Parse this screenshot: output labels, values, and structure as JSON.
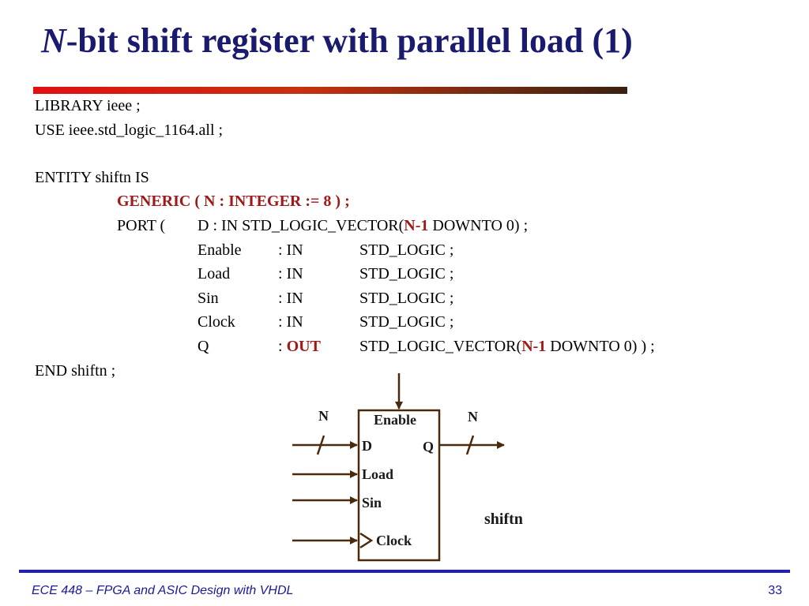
{
  "slide": {
    "title_italic": "N",
    "title_rest": "-bit shift register with parallel load (1)",
    "page_number": "33",
    "footer": "ECE 448 – FPGA and ASIC Design with VHDL"
  },
  "code": {
    "l1": "LIBRARY ieee ;",
    "l2": "USE ieee.std_logic_1164.all ;",
    "l3": "ENTITY shiftn IS",
    "generic": "GENERIC ( N : INTEGER := 8 ) ;",
    "port_kw": "PORT (",
    "d_pre": "D : IN STD_LOGIC_VECTOR(",
    "d_n": "N-1",
    "d_post": " DOWNTO 0) ;",
    "ports": [
      {
        "name": "Enable",
        "mode": ": IN",
        "type": "STD_LOGIC ;"
      },
      {
        "name": "Load",
        "mode": ": IN",
        "type": "STD_LOGIC ;"
      },
      {
        "name": "Sin",
        "mode": ": IN",
        "type": "STD_LOGIC ;"
      },
      {
        "name": "Clock",
        "mode": ": IN",
        "type": "STD_LOGIC ;"
      }
    ],
    "q_name": "Q",
    "q_colon": ":",
    "q_out": "OUT",
    "q_pre": "STD_LOGIC_VECTOR(",
    "q_n": "N-1",
    "q_post": " DOWNTO 0) ) ;",
    "end": "END shiftn ;"
  },
  "diagram": {
    "enable": "Enable",
    "d": "D",
    "q": "Q",
    "load": "Load",
    "sin": "Sin",
    "clock": "Clock",
    "n_in": "N",
    "n_out": "N",
    "name": "shiftn",
    "line_color": "#4a2a0a"
  },
  "colors": {
    "title": "#1a1a6e",
    "keyword_red": "#a01818",
    "footer": "#1a1a9a"
  }
}
